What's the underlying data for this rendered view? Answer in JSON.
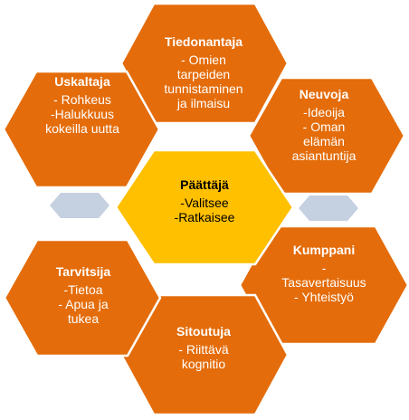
{
  "colors": {
    "hex_fill": "#E46C0A",
    "hex_stroke": "#FFFFFF",
    "center_fill": "#FFC000",
    "connector_fill": "#C5D0E0",
    "center_text": "#000000",
    "outer_text": "#FFFFFF"
  },
  "center": {
    "title": "Päättäjä",
    "lines": [
      "-Valitsee",
      "-Ratkaisee"
    ]
  },
  "nodes": [
    {
      "key": "top",
      "title": "Tiedonantaja",
      "lines": [
        "- Omien",
        "tarpeiden",
        "tunnistaminen",
        "ja ilmaisu"
      ]
    },
    {
      "key": "upper-right",
      "title": "Neuvoja",
      "lines": [
        "-Ideoija",
        "- Oman",
        "elämän",
        "asiantuntija"
      ]
    },
    {
      "key": "lower-right",
      "title": "Kumppani",
      "lines": [
        "-",
        "Tasavertaisuus",
        "- Yhteistyö"
      ]
    },
    {
      "key": "bottom",
      "title": "Sitoutuja",
      "lines": [
        "- Riittävä",
        "kognitio"
      ]
    },
    {
      "key": "lower-left",
      "title": "Tarvitsija",
      "lines": [
        "-Tietoa",
        "- Apua ja",
        "tukea"
      ]
    },
    {
      "key": "upper-left",
      "title": "Uskaltaja",
      "lines": [
        "- Rohkeus",
        "-Halukkuus",
        "kokeilla uutta"
      ]
    }
  ]
}
